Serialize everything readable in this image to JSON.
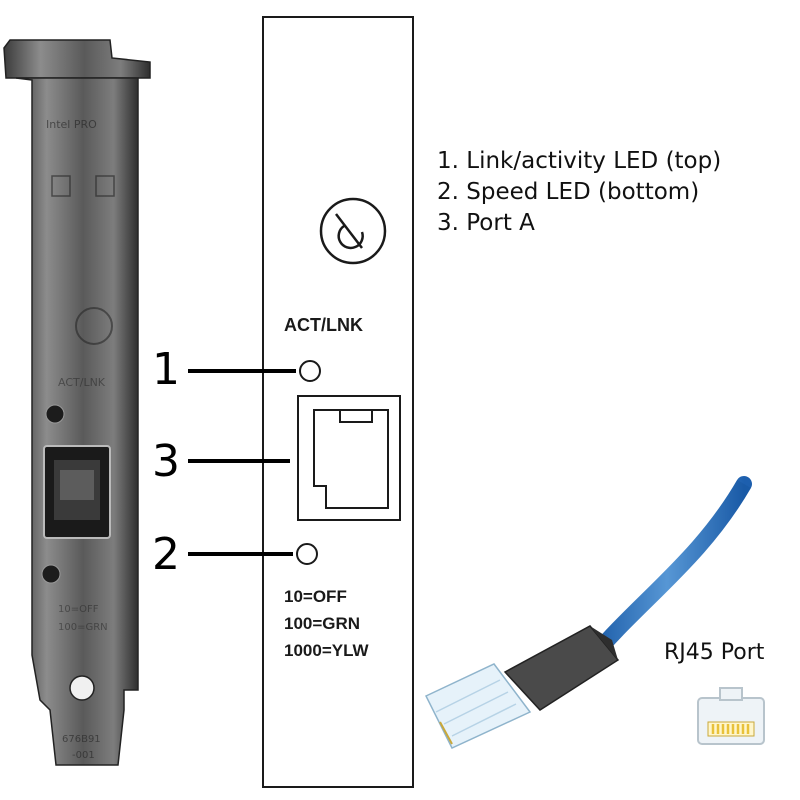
{
  "legend": {
    "items": [
      "1. Link/activity LED (top)",
      "2. Speed LED (bottom)",
      "3. Port A"
    ]
  },
  "panel": {
    "act_link_label": "ACT/LNK",
    "speed_legend": [
      "10=OFF",
      "100=GRN",
      "1000=YLW"
    ]
  },
  "callouts": {
    "link_activity_led": "1",
    "speed_led": "2",
    "port_a": "3"
  },
  "rj45_label": "RJ45 Port",
  "colors": {
    "bracket_metal": "#6e6e6e",
    "cable_blue": "#3f86d1",
    "plug_boot": "#4a4a4a",
    "plug_clear": "#dfeef8",
    "jack_gold": "#e8c23a"
  }
}
